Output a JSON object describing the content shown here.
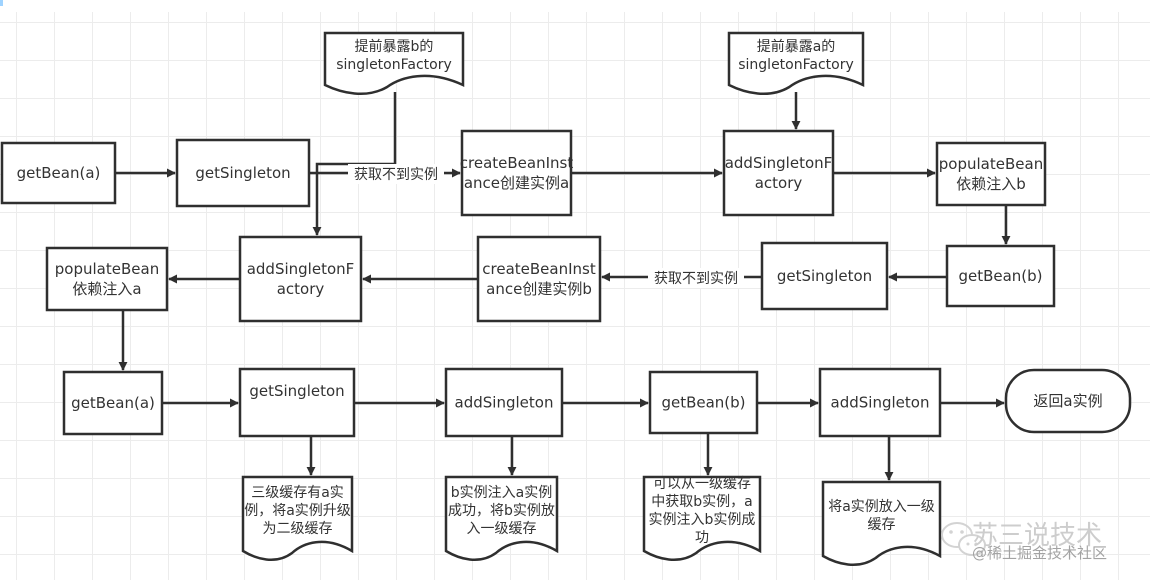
{
  "diagram": {
    "type": "flowchart",
    "title": "Spring circular dependency resolution (three-level cache)",
    "colors": {
      "stroke": "#2f2f2f",
      "text": "#333333",
      "fill": "#ffffff",
      "grid": "#ececec"
    },
    "nodes": [
      {
        "id": "getBean_a_1",
        "shape": "rect",
        "lines": [
          "getBean(a)"
        ]
      },
      {
        "id": "getSingleton_1",
        "shape": "rect",
        "lines": [
          "getSingleton"
        ]
      },
      {
        "id": "createBeanInstance_a",
        "shape": "rect",
        "lines": [
          "createBeanInst",
          "ance创建实例a"
        ]
      },
      {
        "id": "addSingletonFactory_a",
        "shape": "rect",
        "lines": [
          "addSingletonF",
          "actory"
        ]
      },
      {
        "id": "populateBean_b",
        "shape": "rect",
        "lines": [
          "populateBean",
          "依赖注入b"
        ]
      },
      {
        "id": "note_expose_b",
        "shape": "document",
        "lines": [
          "提前暴露b的",
          "singletonFactory"
        ]
      },
      {
        "id": "note_expose_a",
        "shape": "document",
        "lines": [
          "提前暴露a的",
          "singletonFactory"
        ]
      },
      {
        "id": "getBean_b_1",
        "shape": "rect",
        "lines": [
          "getBean(b)"
        ]
      },
      {
        "id": "getSingleton_2",
        "shape": "rect",
        "lines": [
          "getSingleton"
        ]
      },
      {
        "id": "createBeanInstance_b",
        "shape": "rect",
        "lines": [
          "createBeanInst",
          "ance创建实例b"
        ]
      },
      {
        "id": "addSingletonFactory_b",
        "shape": "rect",
        "lines": [
          "addSingletonF",
          "actory"
        ]
      },
      {
        "id": "populateBean_a",
        "shape": "rect",
        "lines": [
          "populateBean",
          "依赖注入a"
        ]
      },
      {
        "id": "getBean_a_2",
        "shape": "rect",
        "lines": [
          "getBean(a)"
        ]
      },
      {
        "id": "getSingleton_3",
        "shape": "rect",
        "lines": [
          "getSingleton"
        ]
      },
      {
        "id": "addSingleton_b",
        "shape": "rect",
        "lines": [
          "addSingleton"
        ]
      },
      {
        "id": "getBean_b_2",
        "shape": "rect",
        "lines": [
          "getBean(b)"
        ]
      },
      {
        "id": "addSingleton_a",
        "shape": "rect",
        "lines": [
          "addSingleton"
        ]
      },
      {
        "id": "return_a",
        "shape": "terminator",
        "lines": [
          "返回a实例"
        ]
      },
      {
        "id": "note_cache_upgrade",
        "shape": "document",
        "lines": [
          "三级缓存有a实",
          "例，将a实例升级",
          "为二级缓存"
        ]
      },
      {
        "id": "note_b_first_cache",
        "shape": "document",
        "lines": [
          "b实例注入a实例",
          "成功，将b实例放",
          "入一级缓存"
        ]
      },
      {
        "id": "note_get_b",
        "shape": "document",
        "lines": [
          "可以从一级缓存",
          "中获取b实例，a",
          "实例注入b实例成",
          "功"
        ]
      },
      {
        "id": "note_a_first_cache",
        "shape": "document",
        "lines": [
          "将a实例放入一级",
          "缓存"
        ]
      }
    ],
    "edges": [
      {
        "from": "getBean_a_1",
        "to": "getSingleton_1",
        "label": ""
      },
      {
        "from": "getSingleton_1",
        "to": "createBeanInstance_a",
        "label": "获取不到实例"
      },
      {
        "from": "createBeanInstance_a",
        "to": "addSingletonFactory_a",
        "label": ""
      },
      {
        "from": "note_expose_a",
        "to": "addSingletonFactory_a",
        "label": ""
      },
      {
        "from": "addSingletonFactory_a",
        "to": "populateBean_b",
        "label": ""
      },
      {
        "from": "populateBean_b",
        "to": "getBean_b_1",
        "label": ""
      },
      {
        "from": "getBean_b_1",
        "to": "getSingleton_2",
        "label": ""
      },
      {
        "from": "getSingleton_2",
        "to": "createBeanInstance_b",
        "label": "获取不到实例"
      },
      {
        "from": "createBeanInstance_b",
        "to": "addSingletonFactory_b",
        "label": ""
      },
      {
        "from": "note_expose_b",
        "to": "addSingletonFactory_b",
        "label": ""
      },
      {
        "from": "addSingletonFactory_b",
        "to": "populateBean_a",
        "label": ""
      },
      {
        "from": "populateBean_a",
        "to": "getBean_a_2",
        "label": ""
      },
      {
        "from": "getBean_a_2",
        "to": "getSingleton_3",
        "label": ""
      },
      {
        "from": "getSingleton_3",
        "to": "note_cache_upgrade",
        "label": ""
      },
      {
        "from": "getSingleton_3",
        "to": "addSingleton_b",
        "label": ""
      },
      {
        "from": "addSingleton_b",
        "to": "note_b_first_cache",
        "label": ""
      },
      {
        "from": "addSingleton_b",
        "to": "getBean_b_2",
        "label": ""
      },
      {
        "from": "getBean_b_2",
        "to": "note_get_b",
        "label": ""
      },
      {
        "from": "getBean_b_2",
        "to": "addSingleton_a",
        "label": ""
      },
      {
        "from": "addSingleton_a",
        "to": "note_a_first_cache",
        "label": ""
      },
      {
        "from": "addSingleton_a",
        "to": "return_a",
        "label": ""
      }
    ]
  },
  "watermark": {
    "icon": "wechat-icon",
    "title": "苏三说技术",
    "subtitle": "@稀土掘金技术社区"
  }
}
